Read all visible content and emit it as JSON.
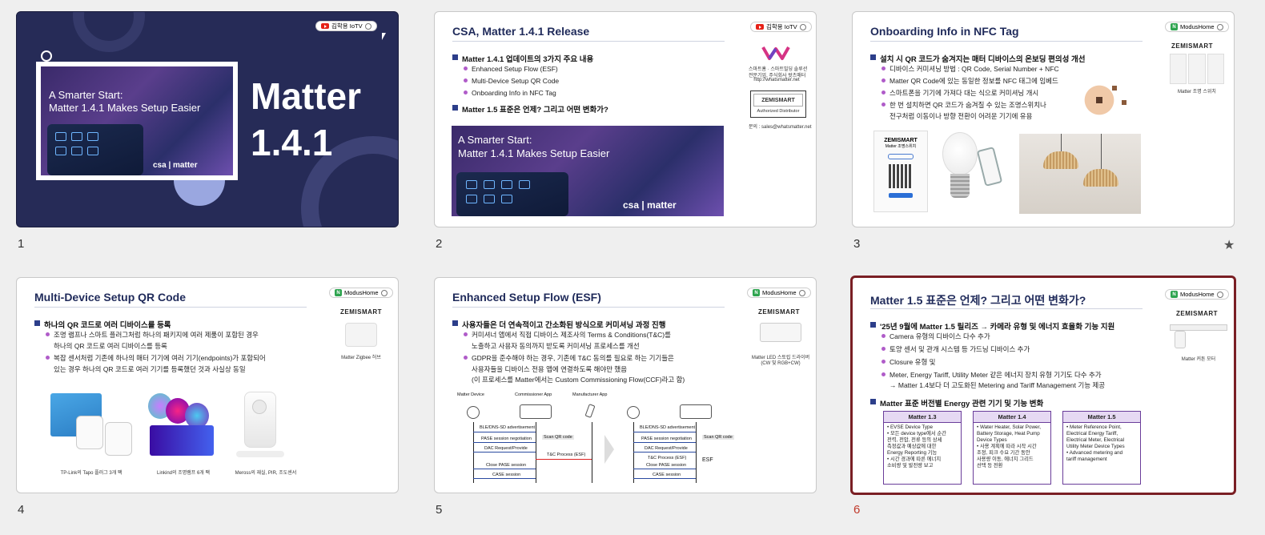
{
  "slides": [
    {
      "number": "1",
      "hero_line1": "A Smarter Start:",
      "hero_line2": "Matter 1.4.1 Makes Setup Easier",
      "big_title_1": "Matter",
      "big_title_2": "1.4.1",
      "badge": "김학용 IoTV",
      "footer_logo": "csa | matter"
    },
    {
      "number": "2",
      "title": "CSA, Matter 1.4.1 Release",
      "badge": "김학용 IoTV",
      "bullet1": "Matter 1.4.1 업데이트의 3가지 주요 내용",
      "sub": [
        "Enhanced Setup Flow (ESF)",
        "Multi-Device Setup QR Code",
        "Onboarding Info in NFC Tag"
      ],
      "bullet2": "Matter 1.5 표준은 언제? 그리고 어떤 변화가?",
      "sponsor_text": [
        "스마트홈 · 스마트빌딩 솔루션",
        "전문기업, 주식회사 왓츠매터",
        "http://whatsmatter.net"
      ],
      "distributor": "Authorized Distributor",
      "contact": "문의 : sales@whatsmatter.net",
      "hero_line1": "A Smarter Start:",
      "hero_line2": "Matter 1.4.1 Makes Setup Easier",
      "footer_logo": "csa | matter"
    },
    {
      "number": "3",
      "title": "Onboarding Info in NFC Tag",
      "badge": "ModusHome",
      "bullet1": "설치 시 QR 코드가 숨겨지는 매터 디바이스의 온보딩 편의성 개선",
      "sub": [
        "디바이스 커미셔닝 방법 : QR Code, Serial Number + NFC",
        "Matter QR Code에 있는 동일한 정보를 NFC 태그에 임베드",
        "스마트폰을 기기에 가져다 대는 식으로 커미셔닝 개시",
        "한 번 설치하면 QR 코드가 숨겨질 수 있는 조명스위치나"
      ],
      "sub_cont": "전구처럼 이동이나 방향 전환이 어려운 기기에 유용",
      "brand": "ZEMISMART",
      "product_caption": "Matter 조명 스위치",
      "card_title": "ZEMISMART",
      "card_sub": "Matter 조명스위치",
      "star": "★"
    },
    {
      "number": "4",
      "title": "Multi-Device Setup QR Code",
      "badge": "ModusHome",
      "bullet1": "하나의 QR 코드로 여러 디바이스를 등록",
      "sub": [
        "조명 램프나 스마트 플러그처럼 하나의 패키지에 여러 제품이 포함된 경우",
        "복잡 센서처럼 기존에 하나의 매터 기기에 여러 기기(endpoints)가 포함되어"
      ],
      "sub_cont": [
        "하나의 QR 코드로 여러 디바이스를 등록",
        "있는 경우 하나의 QR 코드로 여러 기기를 등록했던 것과 사실상 동일"
      ],
      "brand": "ZEMISMART",
      "product_caption": "Matter Zigbee 허브",
      "captions": [
        "TP-Link의 Tapo 플러그 3개 팩",
        "Linkind의 조명램프 6개 팩",
        "Meross의 재실, PIR, 조도센서"
      ]
    },
    {
      "number": "5",
      "title": "Enhanced Setup Flow (ESF)",
      "badge": "ModusHome",
      "bullet1": "사용자들은 더 연속적이고 간소화된 방식으로 커미셔닝 과정 진행",
      "sub": [
        "커미셔너 앱에서 직접 디바이스 제조사의 Terms & Conditions(T&C)를",
        "GDPR을 준수해야 하는 경우, 기존에 T&C 동의를 필요로 하는 기기들은"
      ],
      "sub_cont": [
        "노출하고 사용자 동의까지 받도록 커미셔닝 프로세스를 개선",
        "사용자들을 디바이스 전용 앱에 연결하도록 해야만 했음",
        "(이 프로세스를 Matter에서는 Custom Commissioning Flow(CCF)라고 함)"
      ],
      "brand": "ZEMISMART",
      "product_caption": "Matter LED 스토립 드라이버",
      "product_caption2": "(CW 및 RGB+CW)",
      "flow_headers": [
        "Matter Device",
        "Commissioner App",
        "Manufacturer App"
      ],
      "flow_steps": [
        "BLE/DNS-SD advertisement",
        "PASE session negotiation",
        "DAC Request/Provide",
        "Close PASE session",
        "CASE session"
      ],
      "flow_extra": [
        "Scan QR code",
        "T&C Process (ESF)",
        "ESF"
      ]
    },
    {
      "number": "6",
      "title": "Matter 1.5 표준은 언제? 그리고 어떤 변화가?",
      "badge": "ModusHome",
      "bullet1": "'25년 9월에 Matter 1.5 릴리즈 → 카메라 유형 및 에너지 효율화 기능 지원",
      "sub": [
        "Camera 유형의 디바이스 다수 추가",
        "토양 센서 및 관개 시스템 등 가드닝 디바이스 추가",
        "Closure 유형 및",
        "Meter, Energy Tariff, Utility Meter 같은 에너지 장치 유형 기기도 다수 추가"
      ],
      "sub_cont": "→ Matter 1.4보다 더 고도화된 Metering and Tariff Management 기능 제공",
      "bullet2": "Matter 표준 버전별 Energy 관련 기기 및 기능 변화",
      "brand": "ZEMISMART",
      "product_caption": "Matter 커튼 모터",
      "versions": [
        {
          "name": "Matter 1.3",
          "items": [
            "• EVSE Device Type",
            "• 모든 device type에서 순간",
            "  전력, 전압, 전류 등의 상세",
            "  측정값과 예상값에 대한",
            "  Energy Reporting 기능",
            "• 시간 경과에 따른 에너지",
            "  소비량 및 발전량 보고"
          ]
        },
        {
          "name": "Matter 1.4",
          "items": [
            "• Water Heater, Solar Power,",
            "  Battery Storage, Heat Pump",
            "  Device Types",
            "• 사용 계획에 따라 시작 시간",
            "  조정, 피크 수요 기간 동안",
            "  사용량 이동, 에너지 그리드",
            "  선택 등 전환"
          ]
        },
        {
          "name": "Matter 1.5",
          "items": [
            "• Meter Reference Point,",
            "  Electrical Energy Tariff,",
            "  Electrical Meter, Electrical",
            "  Utility Meter Device Types",
            "• Advanced metering and",
            "  tariff management"
          ]
        }
      ]
    }
  ]
}
